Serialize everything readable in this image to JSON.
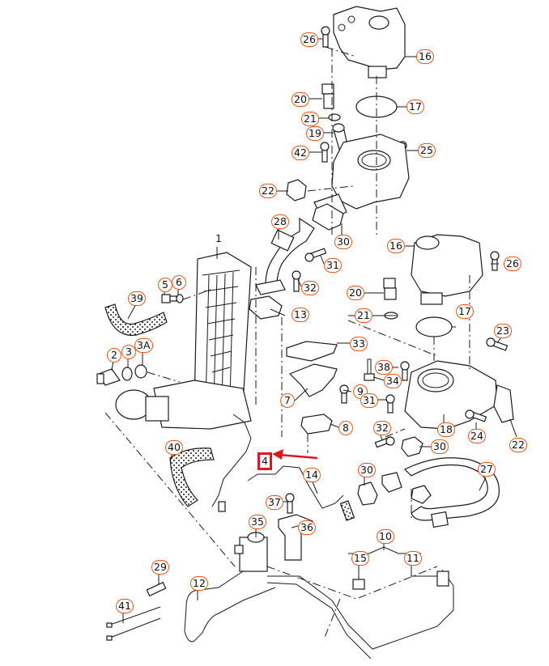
{
  "diagram": {
    "title": "EGR valve / exhaust gas recirculation cooler exploded parts diagram",
    "accent_color": "#e8581c",
    "highlight_color": "#e0141c",
    "highlighted_part": "4",
    "callouts": [
      {
        "id": "c26a",
        "label": "26"
      },
      {
        "id": "c16a",
        "label": "16"
      },
      {
        "id": "c20a",
        "label": "20"
      },
      {
        "id": "c17a",
        "label": "17"
      },
      {
        "id": "c21a",
        "label": "21"
      },
      {
        "id": "c19",
        "label": "19"
      },
      {
        "id": "c42",
        "label": "42"
      },
      {
        "id": "c25",
        "label": "25"
      },
      {
        "id": "c22a",
        "label": "22"
      },
      {
        "id": "c28",
        "label": "28"
      },
      {
        "id": "c30a",
        "label": "30"
      },
      {
        "id": "c1",
        "label": "1"
      },
      {
        "id": "c31a",
        "label": "31"
      },
      {
        "id": "c16b",
        "label": "16"
      },
      {
        "id": "c26b",
        "label": "26"
      },
      {
        "id": "c5",
        "label": "5"
      },
      {
        "id": "c6",
        "label": "6"
      },
      {
        "id": "c32a",
        "label": "32"
      },
      {
        "id": "c39",
        "label": "39"
      },
      {
        "id": "c20b",
        "label": "20"
      },
      {
        "id": "c13",
        "label": "13"
      },
      {
        "id": "c21b",
        "label": "21"
      },
      {
        "id": "c17b",
        "label": "17"
      },
      {
        "id": "c23",
        "label": "23"
      },
      {
        "id": "c33",
        "label": "33"
      },
      {
        "id": "c2",
        "label": "2"
      },
      {
        "id": "c3",
        "label": "3"
      },
      {
        "id": "c3A",
        "label": "3A"
      },
      {
        "id": "c38",
        "label": "38"
      },
      {
        "id": "c34",
        "label": "34"
      },
      {
        "id": "c7",
        "label": "7"
      },
      {
        "id": "c9",
        "label": "9"
      },
      {
        "id": "c31b",
        "label": "31"
      },
      {
        "id": "c8",
        "label": "8"
      },
      {
        "id": "c18",
        "label": "18"
      },
      {
        "id": "c24",
        "label": "24"
      },
      {
        "id": "c32b",
        "label": "32"
      },
      {
        "id": "c30b",
        "label": "30"
      },
      {
        "id": "c22b",
        "label": "22"
      },
      {
        "id": "c40",
        "label": "40"
      },
      {
        "id": "c4",
        "label": "4"
      },
      {
        "id": "c14",
        "label": "14"
      },
      {
        "id": "c27",
        "label": "27"
      },
      {
        "id": "c30c",
        "label": "30"
      },
      {
        "id": "c37",
        "label": "37"
      },
      {
        "id": "c35",
        "label": "35"
      },
      {
        "id": "c36",
        "label": "36"
      },
      {
        "id": "c10",
        "label": "10"
      },
      {
        "id": "c15",
        "label": "15"
      },
      {
        "id": "c11",
        "label": "11"
      },
      {
        "id": "c29",
        "label": "29"
      },
      {
        "id": "c12",
        "label": "12"
      },
      {
        "id": "c41",
        "label": "41"
      }
    ]
  }
}
